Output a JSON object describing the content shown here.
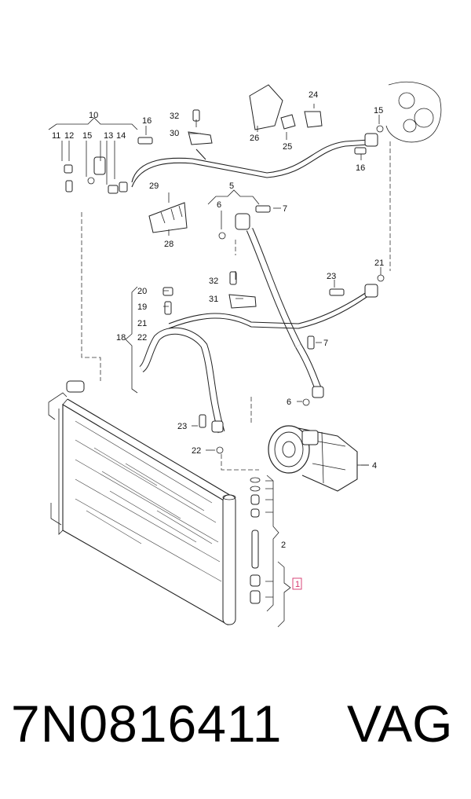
{
  "footer": {
    "part_number": "7N0816411",
    "brand": "VAG"
  },
  "callouts": [
    {
      "id": "c10",
      "text": "10"
    },
    {
      "id": "c16a",
      "text": "16"
    },
    {
      "id": "c11",
      "text": "11"
    },
    {
      "id": "c12",
      "text": "12"
    },
    {
      "id": "c15a",
      "text": "15"
    },
    {
      "id": "c13",
      "text": "13"
    },
    {
      "id": "c14",
      "text": "14"
    },
    {
      "id": "c32a",
      "text": "32"
    },
    {
      "id": "c30",
      "text": "30"
    },
    {
      "id": "c26",
      "text": "26"
    },
    {
      "id": "c24",
      "text": "24"
    },
    {
      "id": "c25",
      "text": "25"
    },
    {
      "id": "c15b",
      "text": "15"
    },
    {
      "id": "c16b",
      "text": "16"
    },
    {
      "id": "c29",
      "text": "29"
    },
    {
      "id": "c28",
      "text": "28"
    },
    {
      "id": "c5",
      "text": "5"
    },
    {
      "id": "c6a",
      "text": "6"
    },
    {
      "id": "c7a",
      "text": "7"
    },
    {
      "id": "c20",
      "text": "20"
    },
    {
      "id": "c19",
      "text": "19"
    },
    {
      "id": "c21a",
      "text": "21"
    },
    {
      "id": "c18",
      "text": "18"
    },
    {
      "id": "c22a",
      "text": "22"
    },
    {
      "id": "c32b",
      "text": "32"
    },
    {
      "id": "c31",
      "text": "31"
    },
    {
      "id": "c23a",
      "text": "23"
    },
    {
      "id": "c21b",
      "text": "21"
    },
    {
      "id": "c7b",
      "text": "7"
    },
    {
      "id": "c6b",
      "text": "6"
    },
    {
      "id": "c23b",
      "text": "23"
    },
    {
      "id": "c22b",
      "text": "22"
    },
    {
      "id": "c4",
      "text": "4"
    },
    {
      "id": "c2",
      "text": "2"
    },
    {
      "id": "c1",
      "text": "1"
    }
  ]
}
